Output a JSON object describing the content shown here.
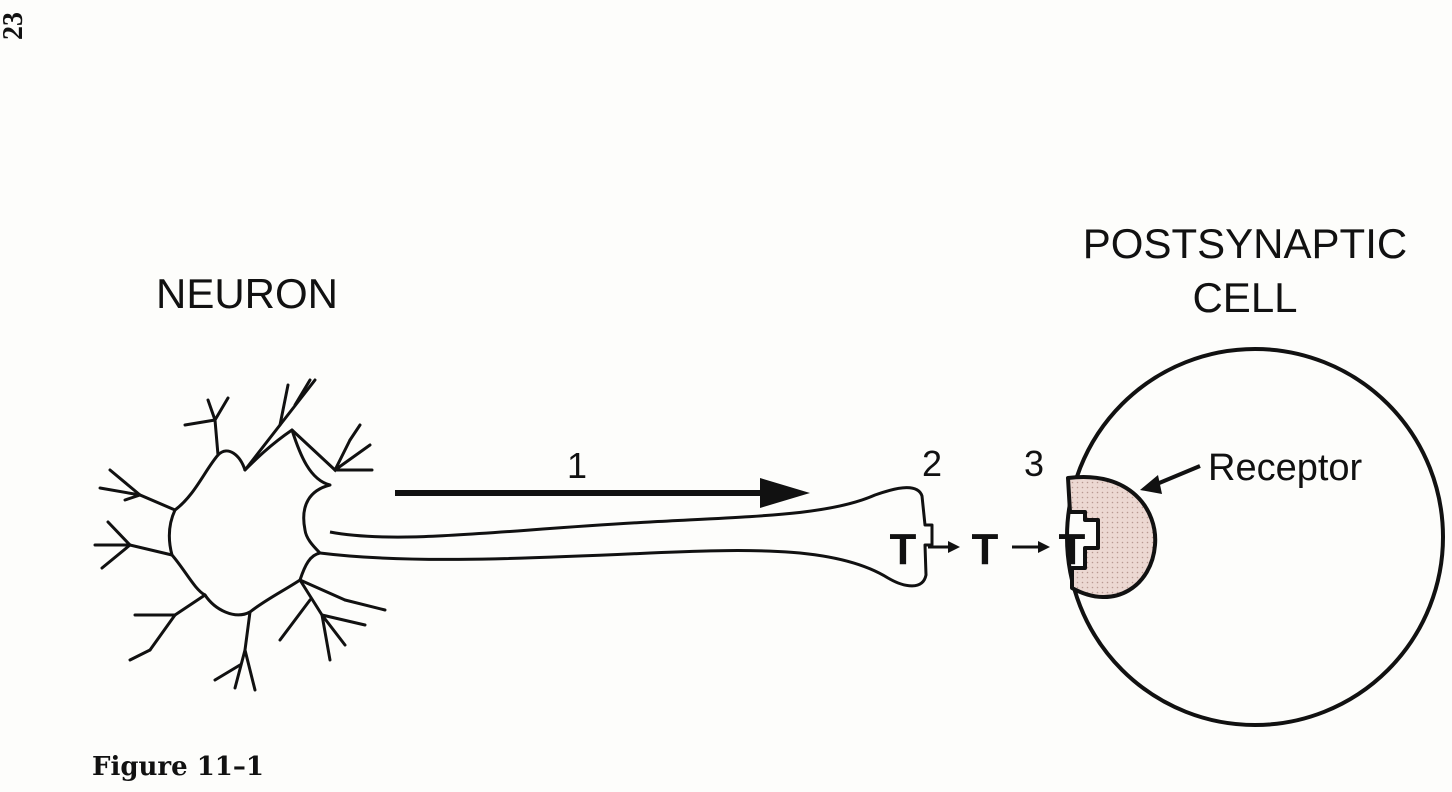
{
  "page_number": "23",
  "caption": "Figure 11–1",
  "labels": {
    "neuron": "NEURON",
    "postsynaptic_line1": "POSTSYNAPTIC",
    "postsynaptic_line2": "CELL",
    "receptor": "Receptor",
    "step1": "1",
    "step2": "2",
    "step3": "3",
    "transmitter": "T"
  },
  "colors": {
    "ink": "#111111",
    "receptor_fill": "#ecd8d2",
    "paper": "#fdfdfb"
  }
}
